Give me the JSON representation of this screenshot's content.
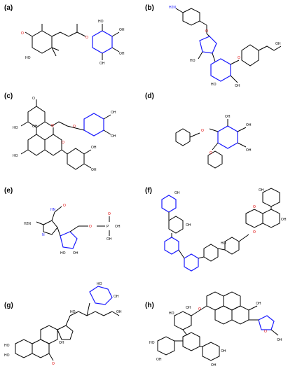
{
  "panels": [
    {
      "id": "a",
      "label": "(a)"
    },
    {
      "id": "b",
      "label": "(b)"
    },
    {
      "id": "c",
      "label": "(c)"
    },
    {
      "id": "d",
      "label": "(d)"
    },
    {
      "id": "e",
      "label": "(e)"
    },
    {
      "id": "f",
      "label": "(f)"
    },
    {
      "id": "g",
      "label": "(g)"
    },
    {
      "id": "h",
      "label": "(h)"
    }
  ],
  "colors": {
    "bond": "#000000",
    "sugar": "#1a1aff",
    "oxygen": "#e00000",
    "nitrogen": "#1a1aff"
  }
}
